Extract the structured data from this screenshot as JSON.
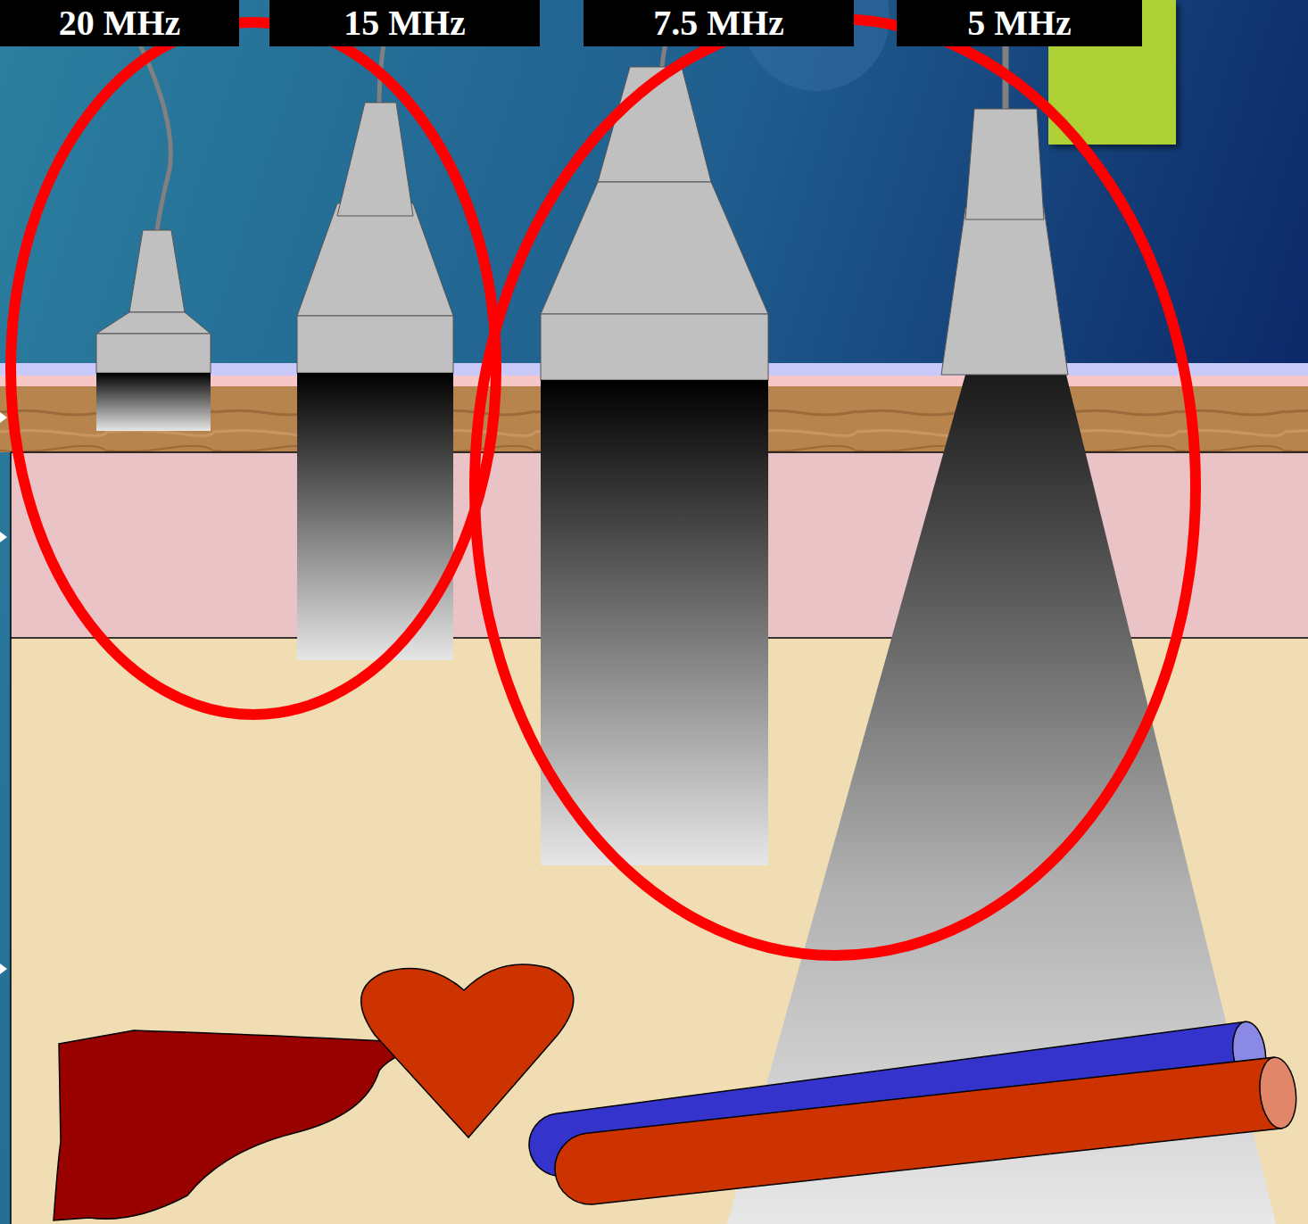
{
  "diagram": {
    "nodes": [
      {
        "text": [
          "20 MHz"
        ]
      },
      {
        "text": [
          "15 MHz"
        ]
      },
      {
        "text": [
          "7.5 MHz"
        ]
      },
      {
        "text": [
          "5 MHz"
        ]
      }
    ]
  }
}
